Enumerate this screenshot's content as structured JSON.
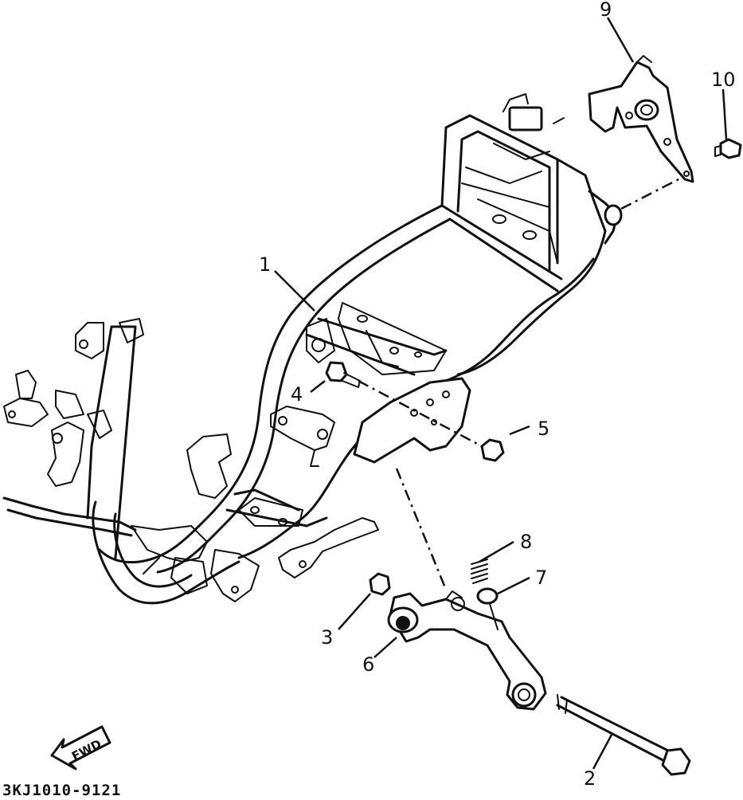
{
  "diagram": {
    "callouts": [
      {
        "id": "1",
        "label": "1"
      },
      {
        "id": "2",
        "label": "2"
      },
      {
        "id": "3",
        "label": "3"
      },
      {
        "id": "4",
        "label": "4"
      },
      {
        "id": "5",
        "label": "5"
      },
      {
        "id": "6",
        "label": "6"
      },
      {
        "id": "7",
        "label": "7"
      },
      {
        "id": "8",
        "label": "8"
      },
      {
        "id": "9",
        "label": "9"
      },
      {
        "id": "10",
        "label": "10"
      }
    ],
    "direction_label": "FWD",
    "drawing_code": "3KJ1010-9121"
  }
}
